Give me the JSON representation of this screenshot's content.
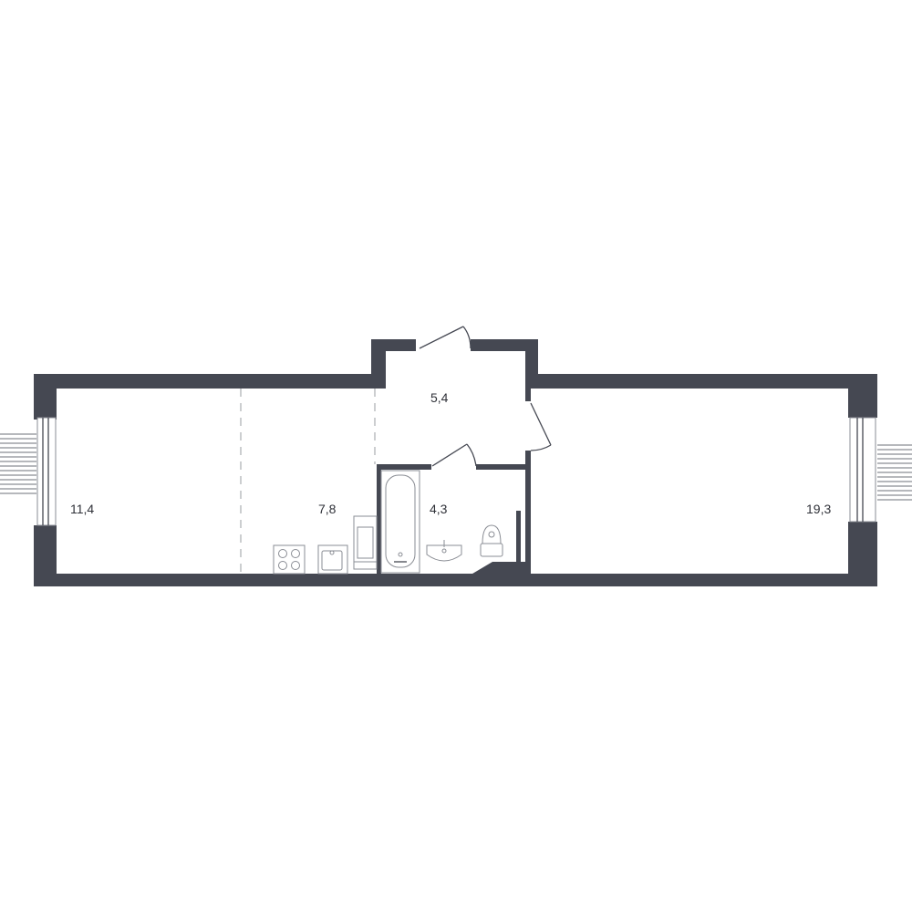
{
  "colors": {
    "wall": "#454852",
    "fixture_stroke": "#8a8d94",
    "background": "#ffffff"
  },
  "rooms": [
    {
      "id": "left-room",
      "area": "11,4"
    },
    {
      "id": "kitchen",
      "area": "7,8"
    },
    {
      "id": "hallway",
      "area": "5,4"
    },
    {
      "id": "bathroom",
      "area": "4,3"
    },
    {
      "id": "right-room",
      "area": "19,3"
    }
  ],
  "icons": [
    "window-icon",
    "door-icon",
    "stove-icon",
    "sink-icon",
    "bathtub-icon",
    "washbasin-icon",
    "toilet-icon",
    "washing-machine-icon"
  ]
}
